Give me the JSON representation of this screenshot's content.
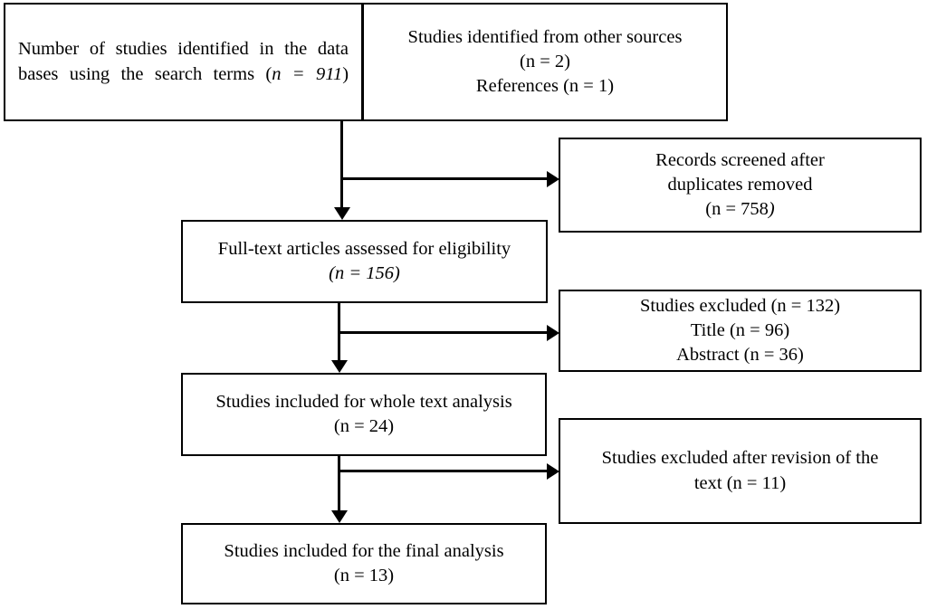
{
  "diagram": {
    "type": "prisma-flow-diagram",
    "background_color": "#ffffff",
    "line_color": "#000000",
    "boxes": {
      "databases": {
        "line1": "Number of studies identified in the data",
        "line2_pre": "bases using the search terms (",
        "line2_italic": "n = 911",
        "line2_post": ")"
      },
      "other_sources": {
        "line1": "Studies identified from other sources",
        "line2": "(n = 2)",
        "line3": "References (n = 1)"
      },
      "records_screened": {
        "line1": "Records screened after",
        "line2": "duplicates removed",
        "line3_pre": "(n = 758",
        "line3_italic": ")"
      },
      "full_text_assessed": {
        "line1": "Full-text articles assessed for eligibility",
        "line2_italic": "(n = 156)"
      },
      "studies_excluded_1": {
        "line1": "Studies excluded (n = 132)",
        "line2": "Title (n = 96)",
        "line3": "Abstract (n = 36)"
      },
      "whole_text_analysis": {
        "line1": "Studies included for whole text analysis",
        "line2": "(n = 24)"
      },
      "studies_excluded_2": {
        "line1": "Studies excluded after revision of the",
        "line2": "text (n = 11)"
      },
      "final_analysis": {
        "line1": "Studies included for the final analysis",
        "line2": "(n = 13)"
      }
    },
    "counts": {
      "identified_databases": 911,
      "identified_other_sources": 2,
      "references": 1,
      "records_screened_after_duplicates": 758,
      "full_text_assessed": 156,
      "excluded_total_stage1": 132,
      "excluded_title": 96,
      "excluded_abstract": 36,
      "included_whole_text": 24,
      "excluded_after_revision": 11,
      "included_final": 13
    }
  }
}
